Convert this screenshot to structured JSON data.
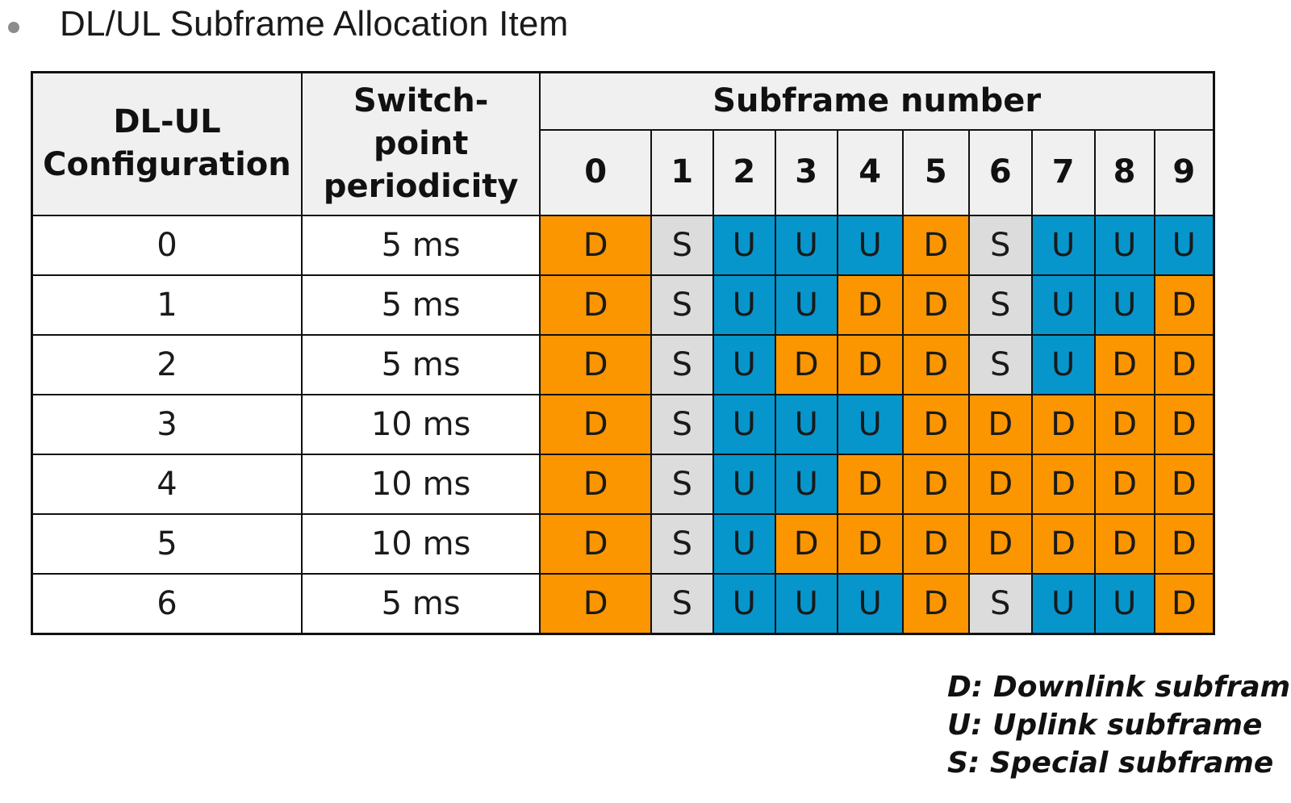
{
  "title": "DL/UL Subframe Allocation Item",
  "table": {
    "header_config": "DL-UL Configuration",
    "header_config_line1": "DL-UL",
    "header_config_line2": "Configuration",
    "header_switch_line1": "Switch-",
    "header_switch_line2": "point",
    "header_switch_line3": "periodicity",
    "header_subframe": "Subframe number",
    "subframe_numbers": [
      "0",
      "1",
      "2",
      "3",
      "4",
      "5",
      "6",
      "7",
      "8",
      "9"
    ],
    "rows": [
      {
        "config": "0",
        "periodicity": "5 ms",
        "subframes": [
          "D",
          "S",
          "U",
          "U",
          "U",
          "D",
          "S",
          "U",
          "U",
          "U"
        ]
      },
      {
        "config": "1",
        "periodicity": "5 ms",
        "subframes": [
          "D",
          "S",
          "U",
          "U",
          "D",
          "D",
          "S",
          "U",
          "U",
          "D"
        ]
      },
      {
        "config": "2",
        "periodicity": "5 ms",
        "subframes": [
          "D",
          "S",
          "U",
          "D",
          "D",
          "D",
          "S",
          "U",
          "D",
          "D"
        ]
      },
      {
        "config": "3",
        "periodicity": "10 ms",
        "subframes": [
          "D",
          "S",
          "U",
          "U",
          "U",
          "D",
          "D",
          "D",
          "D",
          "D"
        ]
      },
      {
        "config": "4",
        "periodicity": "10 ms",
        "subframes": [
          "D",
          "S",
          "U",
          "U",
          "D",
          "D",
          "D",
          "D",
          "D",
          "D"
        ]
      },
      {
        "config": "5",
        "periodicity": "10 ms",
        "subframes": [
          "D",
          "S",
          "U",
          "D",
          "D",
          "D",
          "D",
          "D",
          "D",
          "D"
        ]
      },
      {
        "config": "6",
        "periodicity": "5 ms",
        "subframes": [
          "D",
          "S",
          "U",
          "U",
          "U",
          "D",
          "S",
          "U",
          "U",
          "D"
        ]
      }
    ]
  },
  "colors": {
    "D": "#fb9600",
    "U": "#0696cc",
    "S": "#dcdcdc",
    "header_bg": "#f0f0f0",
    "bullet": "#8c8c8c"
  },
  "legend": [
    "D: Downlink subframe",
    "U: Uplink subframe",
    "S: Special subframe"
  ]
}
